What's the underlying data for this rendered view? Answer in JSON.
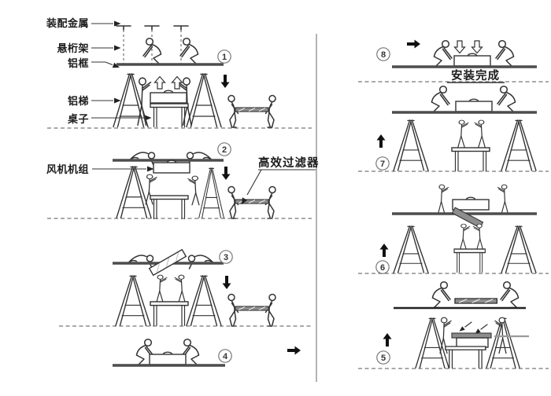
{
  "diagram_title": "installation-sequence-diagram",
  "labels": {
    "assembly_metal": "装配金属",
    "suspension_truss": "悬桁架",
    "aluminum_frame": "铝框",
    "aluminum_ladder": "铝梯",
    "table": "桌子",
    "fan_unit": "风机机组",
    "hepa_filter": "高效过滤器",
    "install_complete": "安装完成"
  },
  "steps": [
    {
      "number": "1",
      "flow_arrow": "down"
    },
    {
      "number": "2",
      "flow_arrow": "down"
    },
    {
      "number": "3",
      "flow_arrow": "down"
    },
    {
      "number": "4",
      "flow_arrow": "right"
    },
    {
      "number": "5",
      "flow_arrow": "up"
    },
    {
      "number": "6",
      "flow_arrow": "up"
    },
    {
      "number": "7",
      "flow_arrow": "up"
    },
    {
      "number": "8",
      "flow_arrow": "right"
    }
  ],
  "icons": {
    "flow_down": "↓",
    "flow_up": "↑",
    "flow_right": "→",
    "lift_up_hollow": "⇧",
    "press_down_hollow": "⇩"
  },
  "colors": {
    "background": "#ffffff",
    "line": "#333333",
    "platform": "#4d4d4d",
    "divider": "#8a8a8a",
    "panel_fill": "#8d8d8d"
  }
}
